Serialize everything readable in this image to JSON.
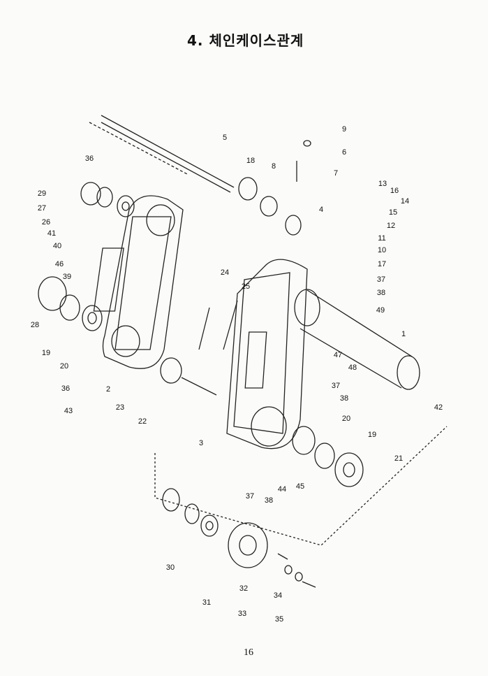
{
  "title": "4. 체인케이스관계",
  "page_number": "16",
  "callouts": [
    "5",
    "9",
    "6",
    "7",
    "18",
    "8",
    "13",
    "16",
    "4",
    "15",
    "14",
    "12",
    "11",
    "10",
    "17",
    "37",
    "38",
    "49",
    "1",
    "47",
    "48",
    "37",
    "38",
    "42",
    "20",
    "19",
    "21",
    "3",
    "37",
    "38",
    "44",
    "45",
    "36",
    "29",
    "27",
    "26",
    "41",
    "40",
    "46",
    "39",
    "24",
    "25",
    "28",
    "19",
    "20",
    "36",
    "43",
    "2",
    "23",
    "22",
    "30",
    "31",
    "32",
    "33",
    "34",
    "35"
  ]
}
